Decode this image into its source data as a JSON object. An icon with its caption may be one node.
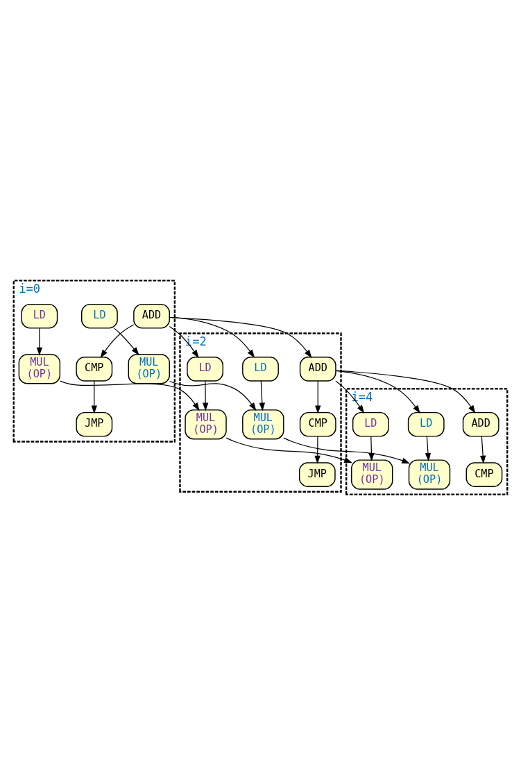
{
  "diagram": {
    "nodes": [
      {
        "text": [
          "i=0"
        ]
      },
      {
        "text": [
          "LD"
        ],
        "in": 0
      },
      {
        "text": [
          "LD"
        ],
        "in": 0
      },
      {
        "text": [
          "MUL (OP)"
        ],
        "in": 0
      },
      {
        "text": [
          "MUL (OP)"
        ],
        "in": 0
      },
      {
        "text": [
          "ADD"
        ],
        "in": 0
      },
      {
        "text": [
          "CMP"
        ],
        "in": 0
      },
      {
        "text": [
          "JMP"
        ],
        "in": 0
      },
      {
        "text": [
          "i=2"
        ]
      },
      {
        "text": [
          "LD"
        ],
        "in": 8
      },
      {
        "text": [
          "LD"
        ],
        "in": 8
      },
      {
        "text": [
          "MUL (OP)"
        ],
        "in": 8
      },
      {
        "text": [
          "MUL (OP)"
        ],
        "in": 8
      },
      {
        "text": [
          "ADD"
        ],
        "in": 8
      },
      {
        "text": [
          "CMP"
        ],
        "in": 8
      },
      {
        "text": [
          "JMP"
        ],
        "in": 8
      },
      {
        "text": [
          "i=4"
        ]
      },
      {
        "text": [
          "LD"
        ],
        "in": 16
      },
      {
        "text": [
          "LD"
        ],
        "in": 16
      },
      {
        "text": [
          "MUL (OP)"
        ],
        "in": 16
      },
      {
        "text": [
          "MUL (OP)"
        ],
        "in": 16
      },
      {
        "text": [
          "ADD"
        ],
        "in": 16
      },
      {
        "text": [
          "CMP"
        ],
        "in": 16
      }
    ],
    "edges": [
      {
        "from": 1,
        "to": 3,
        "arrow": "to"
      },
      {
        "from": 2,
        "to": 4,
        "arrow": "to"
      },
      {
        "from": 5,
        "to": 9,
        "arrow": "to"
      },
      {
        "from": 5,
        "to": 10,
        "arrow": "to"
      },
      {
        "from": 5,
        "to": 13,
        "arrow": "to"
      },
      {
        "from": 5,
        "to": 6,
        "arrow": "to"
      },
      {
        "from": 6,
        "to": 7,
        "arrow": "to"
      },
      {
        "from": 3,
        "to": 11,
        "arrow": "to"
      },
      {
        "from": 4,
        "to": 12,
        "arrow": "to"
      },
      {
        "from": 9,
        "to": 11,
        "arrow": "to"
      },
      {
        "from": 10,
        "to": 12,
        "arrow": "to"
      },
      {
        "from": 13,
        "to": 17,
        "arrow": "to"
      },
      {
        "from": 13,
        "to": 18,
        "arrow": "to"
      },
      {
        "from": 13,
        "to": 21,
        "arrow": "to"
      },
      {
        "from": 13,
        "to": 14,
        "arrow": "to"
      },
      {
        "from": 14,
        "to": 15,
        "arrow": "to"
      },
      {
        "from": 11,
        "to": 19,
        "arrow": "to"
      },
      {
        "from": 12,
        "to": 20,
        "arrow": "to"
      },
      {
        "from": 17,
        "to": 19,
        "arrow": "to"
      },
      {
        "from": 18,
        "to": 20,
        "arrow": "to"
      },
      {
        "from": 21,
        "to": 22,
        "arrow": "to"
      }
    ]
  }
}
